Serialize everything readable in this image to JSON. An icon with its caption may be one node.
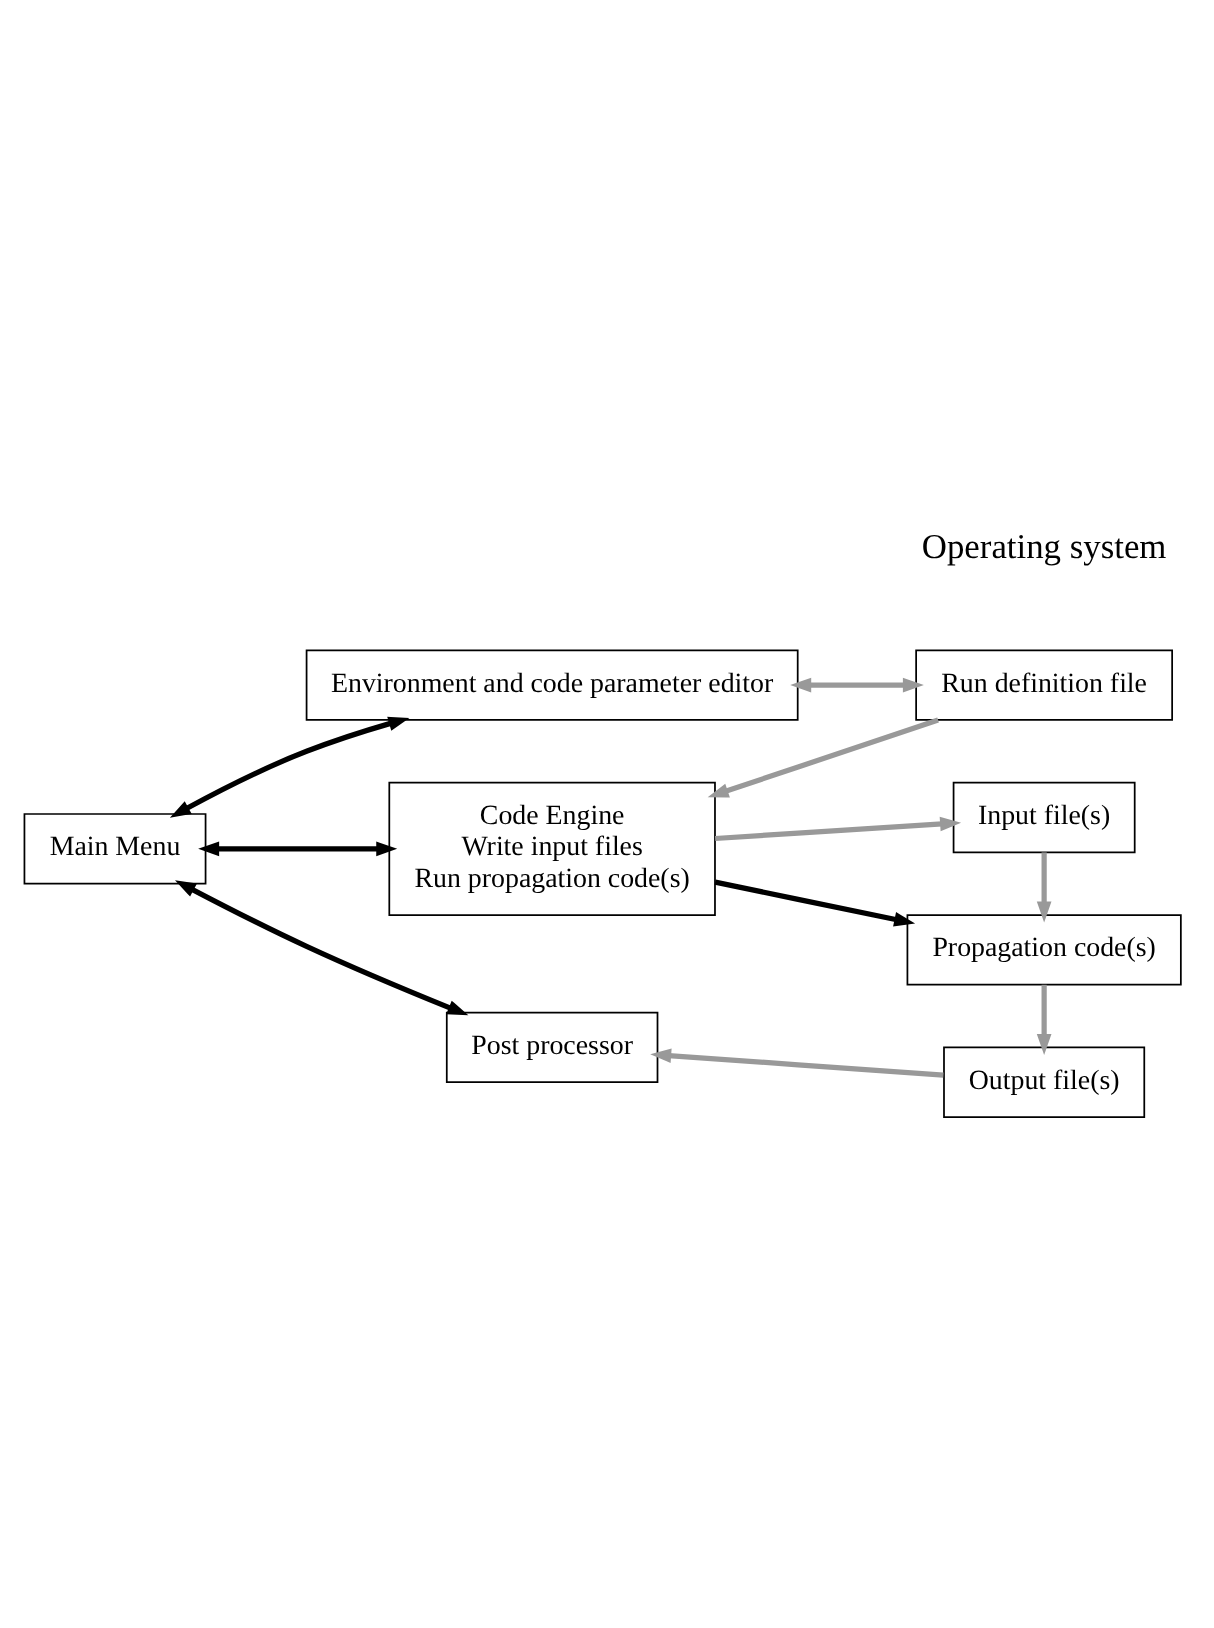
{
  "diagram": {
    "nodes": [
      {
        "text": [
          "Environment and code parameter editor"
        ]
      },
      {
        "text": [
          "Run definition file"
        ]
      },
      {
        "text": [
          "Main Menu"
        ]
      },
      {
        "text": [
          "Code Engine",
          "Write input files",
          "Run propagation code(s)"
        ]
      },
      {
        "text": [
          "Input file(s)"
        ]
      },
      {
        "text": [
          "Propagation code(s)"
        ]
      },
      {
        "text": [
          "Output file(s)"
        ]
      },
      {
        "text": [
          "Post processor"
        ]
      }
    ],
    "edges": [
      {
        "from": 2,
        "to": 0,
        "arrow": "both",
        "color": "#000000"
      },
      {
        "from": 0,
        "to": 1,
        "arrow": "both"
      },
      {
        "from": 1,
        "to": 3,
        "arrow": "to"
      },
      {
        "from": 2,
        "to": 3,
        "arrow": "both",
        "color": "#000000"
      },
      {
        "from": 3,
        "to": 4,
        "arrow": "to"
      },
      {
        "from": 3,
        "to": 5,
        "arrow": "to",
        "color": "#000000"
      },
      {
        "from": 4,
        "to": 5,
        "arrow": "to"
      },
      {
        "from": 5,
        "to": 6,
        "arrow": "to"
      },
      {
        "from": 6,
        "to": 7,
        "arrow": "to"
      },
      {
        "from": 2,
        "to": 7,
        "arrow": "both",
        "color": "#000000"
      }
    ],
    "labels": [
      "Operating system"
    ]
  }
}
